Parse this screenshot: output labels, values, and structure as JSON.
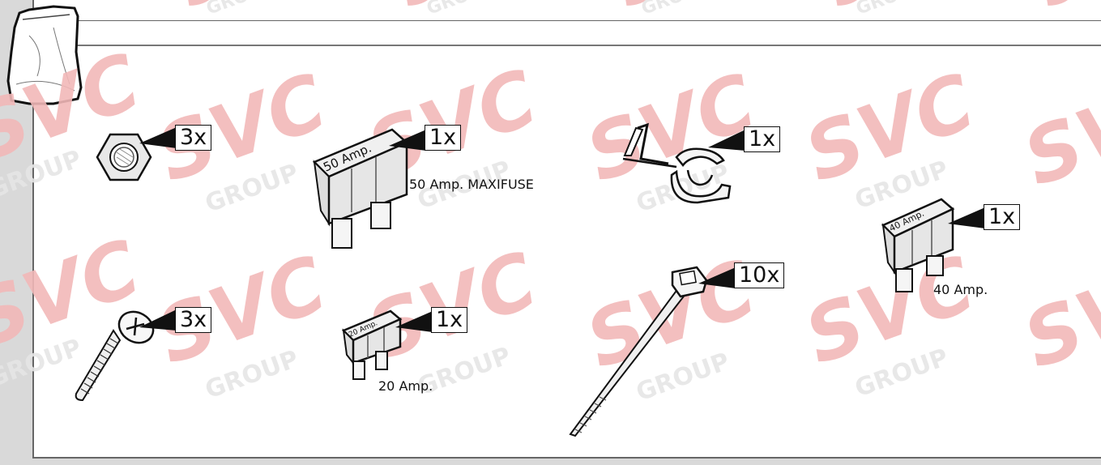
{
  "watermark": {
    "brand": "SVC",
    "subtitle": "GROUP",
    "brand_color": "#f2b8b8"
  },
  "parts": {
    "nut": {
      "icon": "hex-nut-icon",
      "qty": "3x"
    },
    "fuse_50": {
      "icon": "maxi-fuse-icon",
      "qty": "1x",
      "label": "50 Amp. MAXIFUSE",
      "fuse_text": "50 Amp."
    },
    "clip": {
      "icon": "cable-clip-icon",
      "qty": "1x"
    },
    "fuse_40": {
      "icon": "maxi-fuse-icon",
      "qty": "1x",
      "label": "40 Amp.",
      "fuse_text": "40 Amp."
    },
    "screw": {
      "icon": "screw-icon",
      "qty": "3x"
    },
    "fuse_20": {
      "icon": "mini-fuse-icon",
      "qty": "1x",
      "label": "20 Amp.",
      "fuse_text": "20 Amp."
    },
    "cable_tie": {
      "icon": "cable-tie-icon",
      "qty": "10x"
    }
  },
  "bag_icon": "parts-bag-icon"
}
